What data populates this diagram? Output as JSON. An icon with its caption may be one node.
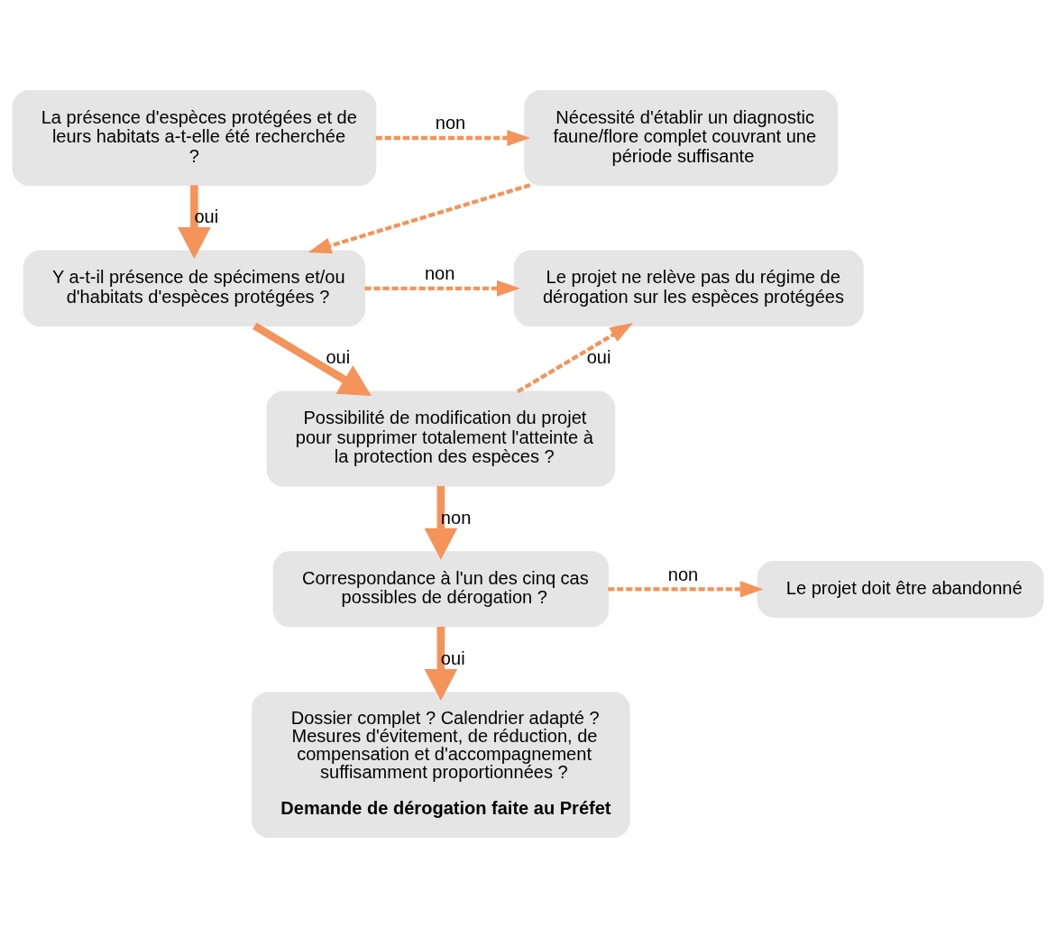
{
  "diagram": {
    "nodes": [
      {
        "text": [
          "La présence d'espèces protégées et de leurs habitats a-t-elle été recherchée ?"
        ]
      },
      {
        "text": [
          "Nécessité d'établir un diagnostic faune/flore complet couvrant une période suffisante"
        ]
      },
      {
        "text": [
          "Y a-t-il présence de spécimens et/ou d'habitats d'espèces protégées ?"
        ]
      },
      {
        "text": [
          "Le projet ne relève pas du régime de dérogation sur les espèces protégées"
        ]
      },
      {
        "text": [
          "Possibilité de modification du projet pour supprimer totalement l'atteinte à la protection des espèces ?"
        ]
      },
      {
        "text": [
          "Correspondance à l'un des cinq cas possibles de dérogation ?"
        ]
      },
      {
        "text": [
          "Le projet doit être abandonné"
        ]
      },
      {
        "text": [
          "Dossier complet ? Calendrier adapté ? Mesures d'évitement, de réduction, de compensation et d'accompagnement suffisamment proportionnées ?",
          "Demande de dérogation faite au Préfet"
        ]
      }
    ],
    "edges": [
      {
        "from": 0,
        "to": 1,
        "arrow": "to",
        "label": "non",
        "style": "dashed"
      },
      {
        "from": 0,
        "to": 2,
        "arrow": "to",
        "label": "oui",
        "style": "thick"
      },
      {
        "from": 1,
        "to": 2,
        "arrow": "to",
        "style": "dashed"
      },
      {
        "from": 2,
        "to": 3,
        "arrow": "to",
        "label": "non",
        "style": "dashed"
      },
      {
        "from": 2,
        "to": 4,
        "arrow": "to",
        "label": "oui",
        "style": "thick"
      },
      {
        "from": 4,
        "to": 3,
        "arrow": "to",
        "label": "oui",
        "style": "dashed"
      },
      {
        "from": 4,
        "to": 5,
        "arrow": "to",
        "label": "non",
        "style": "thick"
      },
      {
        "from": 5,
        "to": 6,
        "arrow": "to",
        "label": "non",
        "style": "dashed"
      },
      {
        "from": 5,
        "to": 7,
        "arrow": "to",
        "label": "oui",
        "style": "thick"
      }
    ]
  }
}
